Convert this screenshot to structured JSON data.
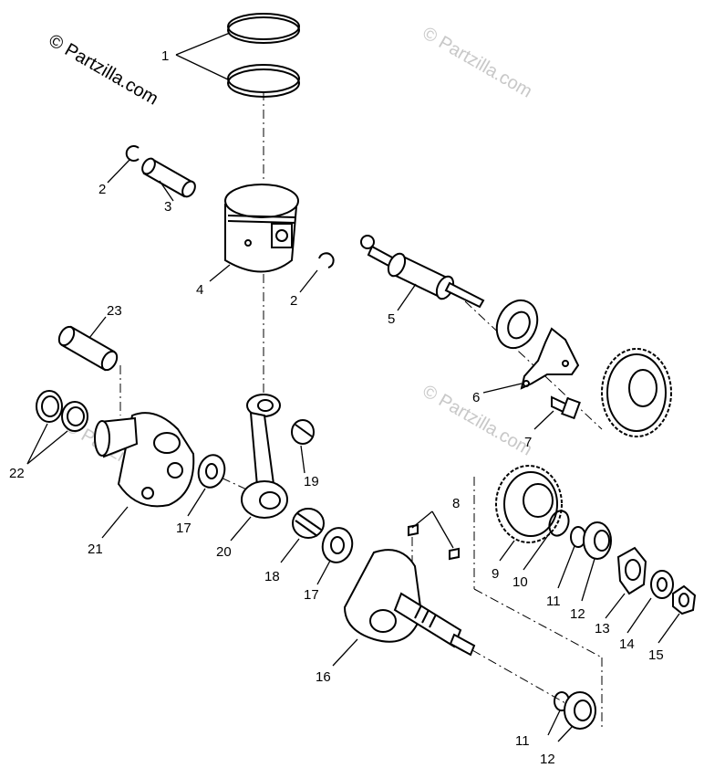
{
  "watermark": {
    "main": "© Partzilla.com",
    "faint": "© Partzilla.com"
  },
  "labels": {
    "p1": "1",
    "p2a": "2",
    "p2b": "2",
    "p3": "3",
    "p4": "4",
    "p5": "5",
    "p6": "6",
    "p7": "7",
    "p8": "8",
    "p9": "9",
    "p10": "10",
    "p11a": "11",
    "p11b": "11",
    "p12a": "12",
    "p12b": "12",
    "p13": "13",
    "p14": "14",
    "p15": "15",
    "p16": "16",
    "p17a": "17",
    "p17b": "17",
    "p18": "18",
    "p19": "19",
    "p20": "20",
    "p21": "21",
    "p22": "22",
    "p23": "23"
  }
}
